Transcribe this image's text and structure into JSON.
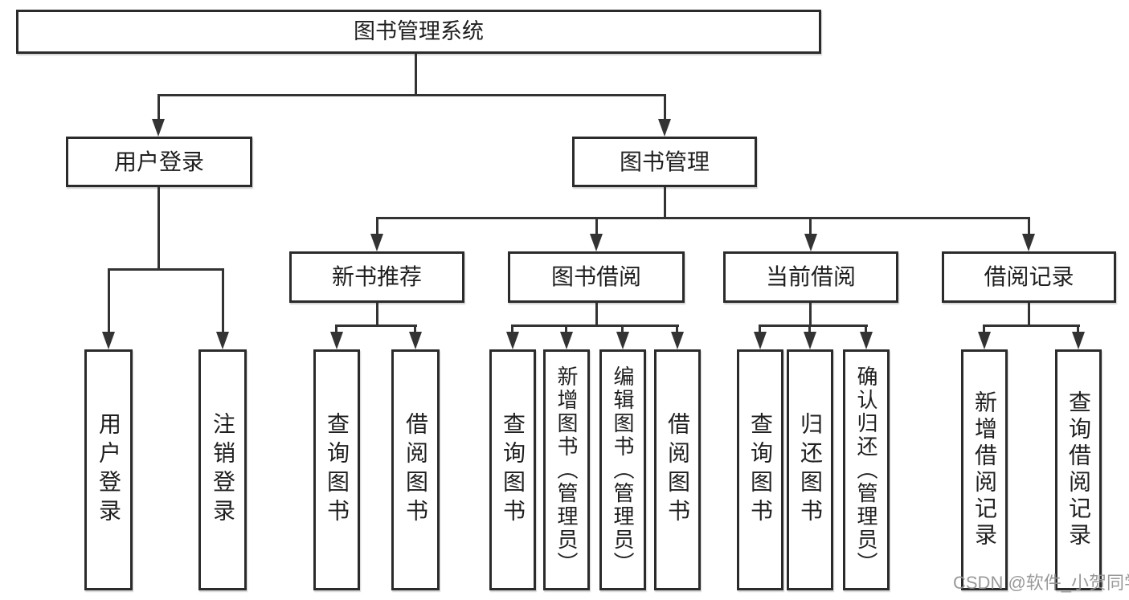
{
  "tree": {
    "label": "图书管理系统",
    "children": [
      {
        "label": "用户登录",
        "children": [
          {
            "label": "用户登录"
          },
          {
            "label": "注销登录"
          }
        ]
      },
      {
        "label": "图书管理",
        "children": [
          {
            "label": "新书推荐",
            "children": [
              {
                "label": "查询图书"
              },
              {
                "label": "借阅图书"
              }
            ]
          },
          {
            "label": "图书借阅",
            "children": [
              {
                "label": "查询图书"
              },
              {
                "label": "新增图书（管理员）"
              },
              {
                "label": "编辑图书（管理员）"
              },
              {
                "label": "借阅图书"
              }
            ]
          },
          {
            "label": "当前借阅",
            "children": [
              {
                "label": "查询图书"
              },
              {
                "label": "归还图书"
              },
              {
                "label": "确认归还（管理员）"
              }
            ]
          },
          {
            "label": "借阅记录",
            "children": [
              {
                "label": "新增借阅记录"
              },
              {
                "label": "查询借阅记录"
              }
            ]
          }
        ]
      }
    ]
  },
  "watermark": {
    "text": "CSDN @软件_小贺同学"
  },
  "colors": {
    "background": "#ffffff",
    "box_border": "#2b2b2b",
    "line": "#333333",
    "text": "#1f1f1f",
    "watermark_text": "#949494"
  }
}
